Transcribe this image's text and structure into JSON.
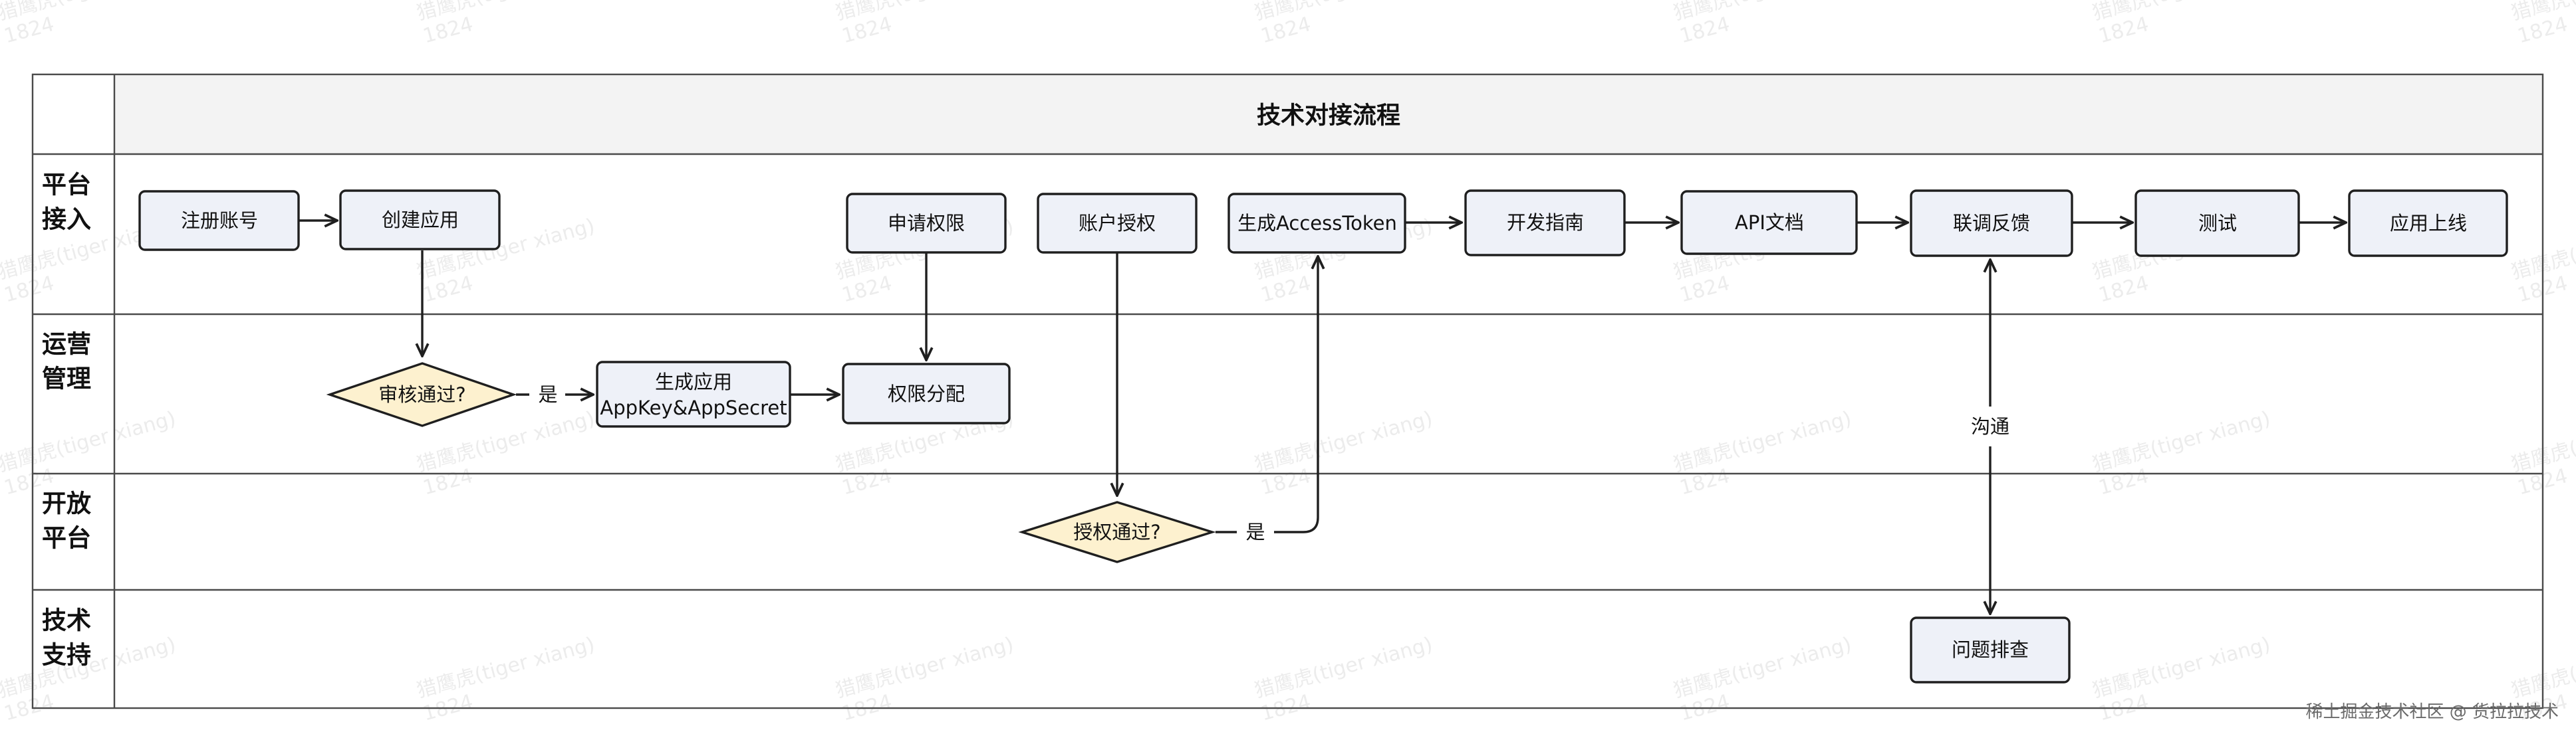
{
  "title": "技术对接流程",
  "lanes": [
    {
      "id": "platform",
      "label": [
        "平台",
        "接入"
      ]
    },
    {
      "id": "ops",
      "label": [
        "运营",
        "管理"
      ]
    },
    {
      "id": "open",
      "label": [
        "开放",
        "平台"
      ]
    },
    {
      "id": "support",
      "label": [
        "技术",
        "支持"
      ]
    }
  ],
  "nodes": {
    "register": [
      "注册账号"
    ],
    "create_app": [
      "创建应用"
    ],
    "apply_perm": [
      "申请权限"
    ],
    "account_auth": [
      "账户授权"
    ],
    "gen_token": [
      "生成AccessToken"
    ],
    "dev_guide": [
      "开发指南"
    ],
    "api_doc": [
      "API文档"
    ],
    "joint_debug": [
      "联调反馈"
    ],
    "test": [
      "测试"
    ],
    "go_live": [
      "应用上线"
    ],
    "review": [
      "审核通过?"
    ],
    "gen_keys": [
      "生成应用",
      "AppKey&AppSecret"
    ],
    "perm_assign": [
      "权限分配"
    ],
    "auth_ok": [
      "授权通过?"
    ],
    "troubleshoot": [
      "问题排查"
    ]
  },
  "edge_labels": {
    "review_yes": "是",
    "auth_yes": "是",
    "communicate": "沟通"
  },
  "watermark": [
    "猎鹰虎(tiger xiang)",
    "1824"
  ],
  "footer": "稀土掘金技术社区 @ 货拉拉技术",
  "colors": {
    "node_fill": "#eef1f8",
    "decision_fill": "#fdf1cf",
    "header_fill": "#f3f3f3",
    "stroke": "#1f1f1f",
    "grid": "#4a4a4a"
  }
}
